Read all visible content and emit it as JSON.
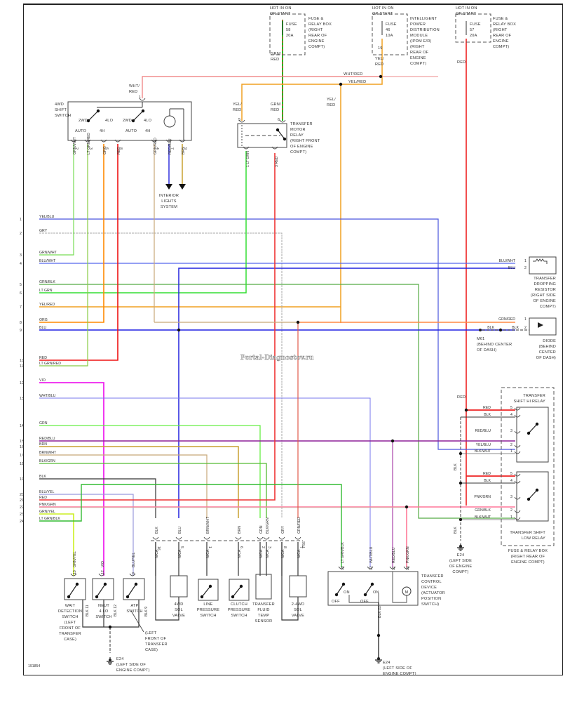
{
  "diagram": {
    "id_code": "191854",
    "watermark": "Portal-Diagnostov.ru",
    "fuses": [
      {
        "hot": [
          "HOT IN ON",
          "OR START"
        ],
        "fuse": [
          "FUSE",
          "58",
          "20A"
        ],
        "location": [
          "FUSE &",
          "RELAY BOX",
          "(RIGHT",
          "REAR OF",
          "ENGINE",
          "COMPT)"
        ],
        "wire": [
          "GRN/",
          "RED"
        ]
      },
      {
        "hot": [
          "HOT IN ON",
          "OR START"
        ],
        "fuse": [
          "FUSE",
          "46",
          "10A"
        ],
        "location": [
          "INTELLIGENT",
          "POWER",
          "DISTRIBUTION",
          "MODULE",
          "(IPDM E/R)",
          "(RIGHT",
          "REAR OF",
          "ENGINE",
          "COMPT)"
        ],
        "wire": [
          "YEL/",
          "RED"
        ],
        "pin": "19"
      },
      {
        "hot": [
          "HOT IN ON",
          "OR START"
        ],
        "fuse": [
          "FUSE",
          "57",
          "20A"
        ],
        "location": [
          "FUSE &",
          "RELAY BOX",
          "(RIGHT",
          "REAR OF",
          "ENGINE",
          "COMPT)"
        ],
        "wire": [
          "RED"
        ]
      }
    ],
    "top_labels": {
      "wht_red": "WHT/RED",
      "yel_red": "YEL/RED",
      "wht_red_v": [
        "WHT/",
        "RED"
      ],
      "yel_red_v": [
        "YEL/",
        "RED"
      ],
      "yel_red_v2": [
        "YEL/",
        "RED"
      ],
      "grn_red_v": [
        "GRN/",
        "RED"
      ]
    },
    "shift_switch": {
      "title": [
        "4WD",
        "SHIFT",
        "SWITCH"
      ],
      "labels": {
        "2wd_a": "2WD",
        "4lo_a": "4LO",
        "auto_a": "AUTO",
        "4h_a": "4H",
        "2wd_b": "2WD",
        "4lo_b": "4LO",
        "auto_b": "AUTO",
        "4h_b": "4H"
      },
      "pin_top": "1",
      "outputs": [
        {
          "pin": "2",
          "wire": "GRN/WHT",
          "color": "#66dd44"
        },
        {
          "pin": "3",
          "wire": "LT GRN/RED",
          "color": "#c8c080"
        },
        {
          "pin": "6",
          "wire": "ORG",
          "color": "#ff8800"
        },
        {
          "pin": "8",
          "wire": "RED",
          "color": "#ee2222"
        },
        {
          "pin": "4",
          "wire": "GRN/RED",
          "color": "#c8a878"
        },
        {
          "pin": "7",
          "wire": "RED/BLU",
          "color": "#3333dd"
        },
        {
          "pin": "9",
          "wire": "BRN",
          "color": "#c8a030"
        }
      ],
      "interior": [
        "INTERIOR",
        "LIGHTS",
        "SYSTEM"
      ]
    },
    "motor_relay": {
      "title": [
        "TRANSFER",
        "MOTOR",
        "RELAY",
        "(RIGHT FRONT",
        "OF ENGINE",
        "COMPT)"
      ],
      "pins": {
        "p5": "5",
        "p6": "6",
        "p1": "1",
        "p3": "3"
      },
      "wires": {
        "w1": "LT GRN",
        "w3": "RED"
      }
    },
    "harness": [
      {
        "pin": "1",
        "label": "YEL/BLU",
        "color": "#4a55dd"
      },
      {
        "pin": "2",
        "label": "GRY",
        "color": "#aaaaaa"
      },
      {
        "pin": "3",
        "label": "GRN/WHT",
        "color": "#77dd55"
      },
      {
        "pin": "4",
        "label": "BLU/WHT",
        "color": "#5566ee"
      },
      {
        "pin": "5",
        "label": "GRN/BLK",
        "color": "#55aa44"
      },
      {
        "pin": "6",
        "label": "LT GRN",
        "color": "#33dd33"
      },
      {
        "pin": "7",
        "label": "YEL/RED",
        "color": "#f0b030"
      },
      {
        "pin": "8",
        "label": "ORG",
        "color": "#ff8800"
      },
      {
        "pin": "9",
        "label": "BLU",
        "color": "#1111dd"
      },
      {
        "pin": "10",
        "label": "RED",
        "color": "#ee1111"
      },
      {
        "pin": "11",
        "label": "LT GRN/RED",
        "color": "#88cc44"
      },
      {
        "pin": "12",
        "label": "VIO",
        "color": "#ee22ee"
      },
      {
        "pin": "13",
        "label": "WHT/BLU",
        "color": "#7777ee"
      },
      {
        "pin": "14",
        "label": "GRN",
        "color": "#66ee44"
      },
      {
        "pin": "15",
        "label": "RED/BLU",
        "color": "#aa1177"
      },
      {
        "pin": "16",
        "label": "BRN",
        "color": "#c8a030"
      },
      {
        "pin": "17",
        "label": "BRN/WHT",
        "color": "#c8a878"
      },
      {
        "pin": "18",
        "label": "BLK/GRN",
        "color": "#55bb33"
      },
      {
        "pin": "19",
        "label": "BLK",
        "color": "#333333"
      },
      {
        "pin": "20",
        "label": "BLU/YEL",
        "color": "#9999dd"
      },
      {
        "pin": "21",
        "label": "RED",
        "color": "#ee3333"
      },
      {
        "pin": "22",
        "label": "PNK/GRN",
        "color": "#ff7799"
      },
      {
        "pin": "23",
        "label": "GRN/YEL",
        "color": "#ccee22"
      },
      {
        "pin": "24",
        "label": "LT GRN/BLK",
        "color": "#33aa33"
      }
    ],
    "dropping_resistor": {
      "title": [
        "TRANSFER",
        "DROPPING",
        "RESISTOR",
        "(RIGHT SIDE",
        "OF ENGINE",
        "COMPT)"
      ],
      "w1": "BLU/WHT",
      "p1": "1",
      "w2": "BLU",
      "p2": "2"
    },
    "diode": {
      "title": [
        "DIODE",
        "(BEHIND",
        "CENTER",
        "OF DASH)"
      ],
      "w1": "GRN/RED",
      "p1": "1",
      "w2": "BLK",
      "p2": "2",
      "w_m": "BLK",
      "ground": [
        "M61",
        "(BEHIND CENTER",
        "OF DASH)"
      ]
    },
    "hi_relay": {
      "title": [
        "TRANSFER",
        "SHIFT HI RELAY"
      ],
      "red_label": "RED",
      "pins": [
        {
          "pin": "5",
          "wire": "RED"
        },
        {
          "pin": "4",
          "wire": "BLK"
        },
        {
          "pin": "3",
          "wire": "RED/BLU"
        },
        {
          "pin": "2",
          "wire": "YEL/BLU"
        },
        {
          "pin": "1",
          "wire": "BLK/WHT"
        }
      ]
    },
    "low_relay": {
      "title": [
        "TRANSFER SHIFT",
        "LOW RELAY"
      ],
      "pins": [
        {
          "pin": "5",
          "wire": "RED"
        },
        {
          "pin": "4",
          "wire": "BLK"
        },
        {
          "pin": "3",
          "wire": "PNK/GRN"
        },
        {
          "pin": "2",
          "wire": "GRN/BLK"
        },
        {
          "pin": "1",
          "wire": "BLK/WHT"
        }
      ]
    },
    "relay_box": [
      "FUSE & RELAY BOX",
      "(RIGHT REAR OF",
      "ENGINE COMPT)"
    ],
    "ground_right": {
      "wire": "BLK",
      "name": [
        "E24",
        "(LEFT SIDE",
        "OF ENGINE",
        "COMPT)"
      ]
    },
    "bottom_switches": [
      {
        "wire": "GRN/YEL",
        "pin": "10",
        "color": "#ccee22",
        "title": [
          "WAIT",
          "DETECTION",
          "SWITCH",
          "(LEFT",
          "FRONT OF",
          "TRANSFER",
          "CASE)"
        ],
        "gnd_pin": "11"
      },
      {
        "wire": "VIO",
        "pin": "12",
        "color": "#ee22ee",
        "title": [
          "NEUT",
          "4 LO",
          "SWITCH"
        ],
        "gnd_pin": "12"
      },
      {
        "wire": "BLU/YEL",
        "pin": "9",
        "color": "#7777ee",
        "title": [
          "ATP",
          "SWITCH"
        ],
        "gnd_pin": "9"
      }
    ],
    "bottom_left_ground": {
      "wire": "BLK",
      "name": [
        "E24",
        "(LEFT SIDE OF",
        "ENGINE COMPT)"
      ],
      "note": [
        "(LEFT",
        "FRONT OF",
        "TRANSFER",
        "CASE)"
      ]
    },
    "connector_f": {
      "name": "F56",
      "pins": [
        {
          "upper": "BLK",
          "lower": "N/CA",
          "pin": "16"
        },
        {
          "upper": "BLU",
          "lower": "N/CA",
          "pin": "5"
        },
        {
          "upper": "BRN/WHT",
          "lower": "N/CA",
          "pin": "1"
        },
        {
          "upper": "BRN",
          "lower": "N/CA",
          "pin": "6"
        },
        {
          "upper": "GRN",
          "lower": "N/CA",
          "pin": "2"
        },
        {
          "upper": "BLK/GRN",
          "lower": "N/CA",
          "pin": "3"
        },
        {
          "upper": "GRY",
          "lower": "N/CA",
          "pin": "8"
        },
        {
          "upper": "GRN/RED",
          "lower": "N/CA",
          "pin": "7"
        }
      ],
      "devices": [
        [
          "4WD",
          "SOL",
          "VALVE"
        ],
        [
          "LINE",
          "PRESSURE",
          "SWITCH"
        ],
        [
          "CLUTCH",
          "PRESSURE",
          "SWITCH"
        ],
        [
          "TRANSFER",
          "FLUID",
          "TEMP",
          "SENSOR"
        ],
        [
          "2-4WD",
          "SOL",
          "VALVE"
        ]
      ]
    },
    "control_device": {
      "title": [
        "TRANSFER",
        "CONTROL",
        "DEVICE",
        "(ACTUATOR",
        "POSITION",
        "SWITCH)"
      ],
      "inputs": [
        {
          "wire": "LT GRN/BLK",
          "pin": "10",
          "color": "#33bb33"
        },
        {
          "wire": "WHT/BLU",
          "pin": "12",
          "color": "#7777ee"
        },
        {
          "wire": "RED/BLU",
          "pin": "11",
          "color": "#aa44aa"
        },
        {
          "wire": "PNK/GRN",
          "pin": "26",
          "color": "#ff6688"
        }
      ],
      "labels": {
        "on": "ON",
        "off": "OFF",
        "motor": "M"
      },
      "out_pin": "22",
      "out_wire": "BLK",
      "ground": [
        "E24",
        "(LEFT SIDE OF",
        "ENGINE COMPT)"
      ]
    }
  }
}
